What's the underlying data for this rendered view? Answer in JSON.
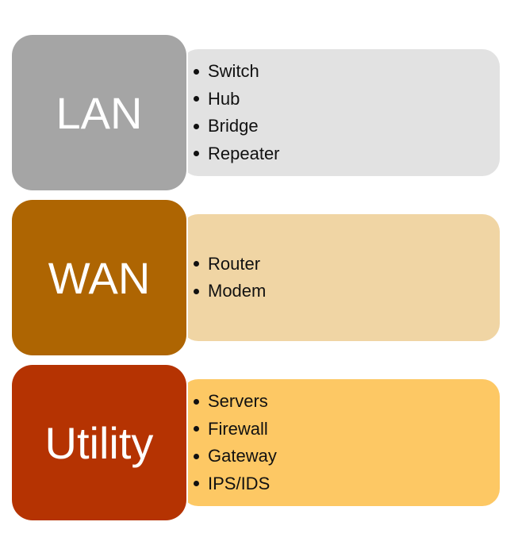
{
  "groups": [
    {
      "label": "LAN",
      "block_color": "#a5a5a5",
      "panel_color": "#e2e2e2",
      "items": [
        "Switch",
        "Hub",
        "Bridge",
        "Repeater"
      ]
    },
    {
      "label": "WAN",
      "block_color": "#ae6502",
      "panel_color": "#f0d5a4",
      "items": [
        "Router",
        "Modem"
      ]
    },
    {
      "label": "Utility",
      "block_color": "#b53302",
      "panel_color": "#fdc864",
      "items": [
        "Servers",
        "Firewall",
        "Gateway",
        "IPS/IDS"
      ]
    }
  ]
}
